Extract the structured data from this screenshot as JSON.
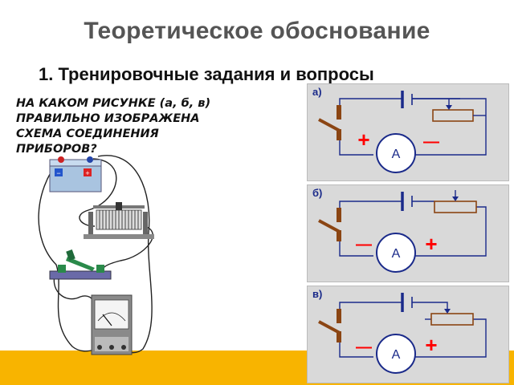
{
  "slide": {
    "title": "Теоретическое обоснование",
    "subtitle": "1. Тренировочные задания и вопросы",
    "question_lines": [
      "НА КАКОМ РИСУНКЕ (а, б, в)",
      "ПРАВИЛЬНО ИЗОБРАЖЕНА",
      "СХЕМА СОЕДИНЕНИЯ",
      "ПРИБОРОВ?"
    ]
  },
  "panels": [
    {
      "label": "а)",
      "meter_letter": "A",
      "left_sign": "+",
      "right_sign": "—",
      "plus_color": "#ff0000",
      "minus_color": "#ff0000"
    },
    {
      "label": "б)",
      "meter_letter": "A",
      "left_sign": "—",
      "right_sign": "+",
      "plus_color": "#ff0000",
      "minus_color": "#ff0000"
    },
    {
      "label": "в)",
      "meter_letter": "A",
      "left_sign": "—",
      "right_sign": "+",
      "plus_color": "#ff0000",
      "minus_color": "#ff0000"
    }
  ],
  "illustration": {
    "battery_minus": "−",
    "battery_plus": "+"
  },
  "colors": {
    "accent_band": "#f8b400",
    "wire": "#1a2a8a",
    "sign": "#ff0000",
    "title": "#555555"
  }
}
